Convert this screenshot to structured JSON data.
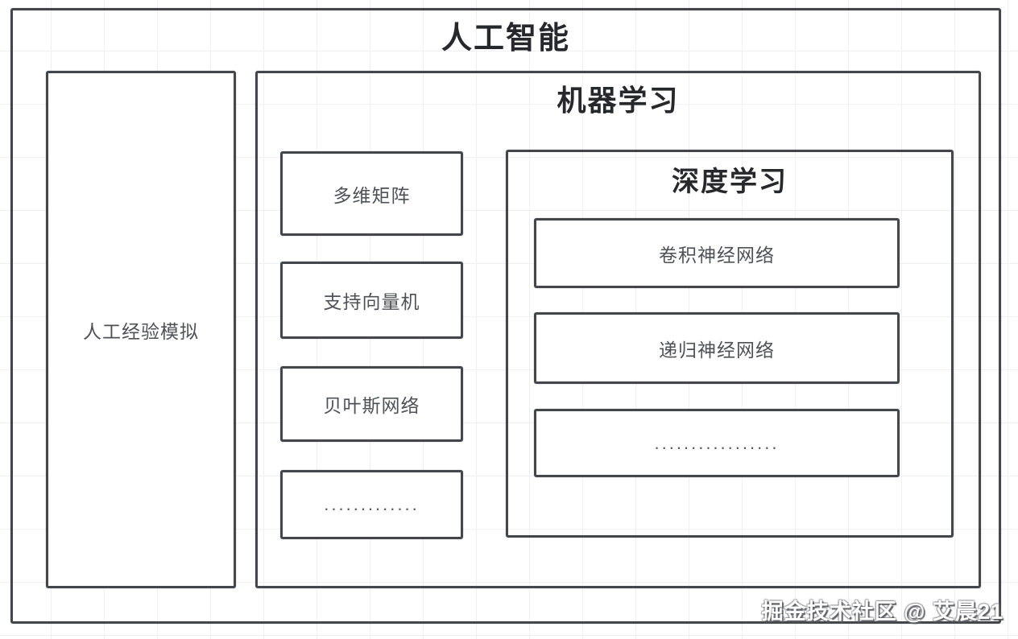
{
  "colors": {
    "border": "#43474b",
    "title_text": "#26282c",
    "item_text": "#4e5257",
    "watermark_text": "#ffffff",
    "canvas_grid": "#f0f0f2"
  },
  "diagram": {
    "title": "人工智能",
    "experience_box_label": "人工经验模拟",
    "machine_learning": {
      "title": "机器学习",
      "items": [
        "多维矩阵",
        "支持向量机",
        "贝叶斯网络",
        "............."
      ]
    },
    "deep_learning": {
      "title": "深度学习",
      "items": [
        "卷积神经网络",
        "递归神经网络",
        "................."
      ]
    },
    "watermark": "掘金技术社区 @ 艾晨21"
  }
}
